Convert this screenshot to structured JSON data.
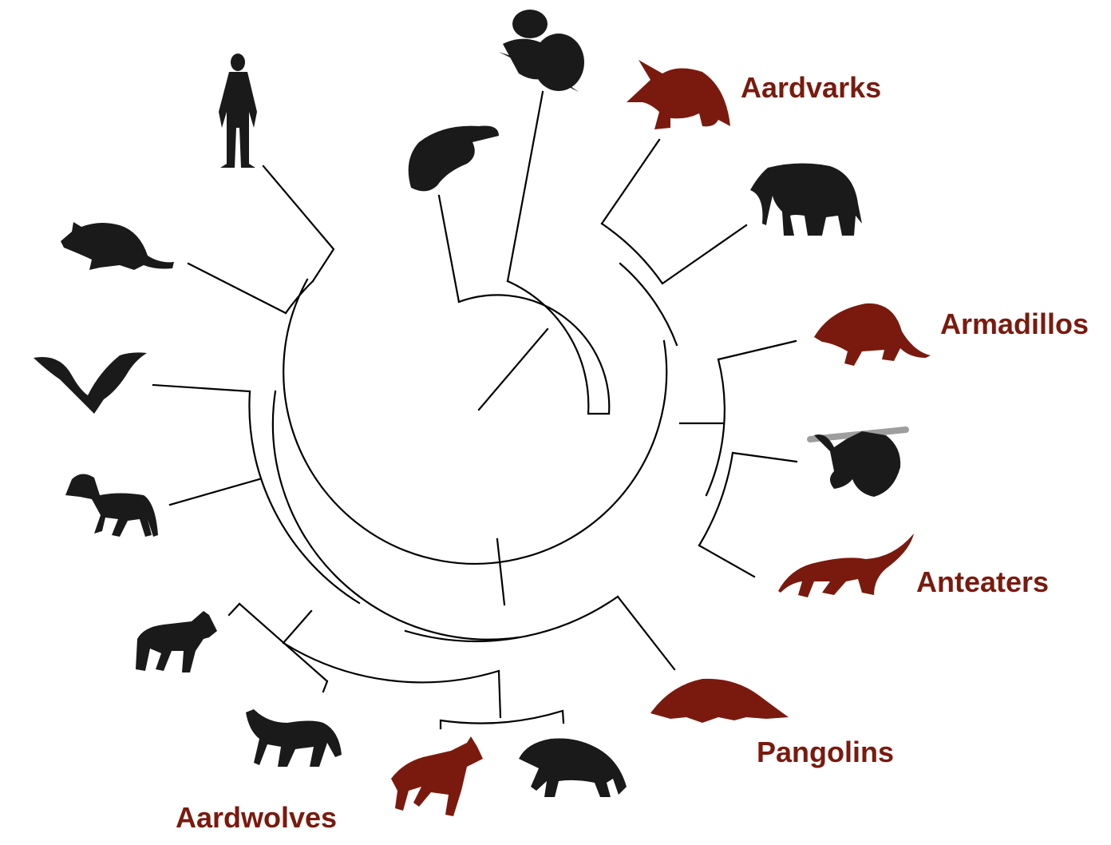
{
  "labels": {
    "aardvarks": "Aardvarks",
    "armadillos": "Armadillos",
    "anteaters": "Anteaters",
    "pangolins": "Pangolins",
    "aardwolves": "Aardwolves"
  },
  "colors": {
    "highlight": "#7a1a0e",
    "silhouette": "#1a1a1a",
    "branch": "#000000"
  },
  "taxa": [
    {
      "icon": "human-silhouette-icon",
      "highlight": false
    },
    {
      "icon": "platypus-silhouette-icon",
      "highlight": false
    },
    {
      "icon": "koala-silhouette-icon",
      "highlight": false
    },
    {
      "icon": "aardvark-silhouette-icon",
      "highlight": true
    },
    {
      "icon": "elephant-silhouette-icon",
      "highlight": false
    },
    {
      "icon": "armadillo-silhouette-icon",
      "highlight": true
    },
    {
      "icon": "sloth-silhouette-icon",
      "highlight": false
    },
    {
      "icon": "anteater-silhouette-icon",
      "highlight": true
    },
    {
      "icon": "pangolin-silhouette-icon",
      "highlight": true
    },
    {
      "icon": "hyena-silhouette-icon",
      "highlight": false
    },
    {
      "icon": "aardwolf-silhouette-icon",
      "highlight": true
    },
    {
      "icon": "fox-silhouette-icon",
      "highlight": false
    },
    {
      "icon": "wolf-silhouette-icon",
      "highlight": false
    },
    {
      "icon": "horse-silhouette-icon",
      "highlight": false
    },
    {
      "icon": "bat-silhouette-icon",
      "highlight": false
    },
    {
      "icon": "mouse-silhouette-icon",
      "highlight": false
    }
  ]
}
